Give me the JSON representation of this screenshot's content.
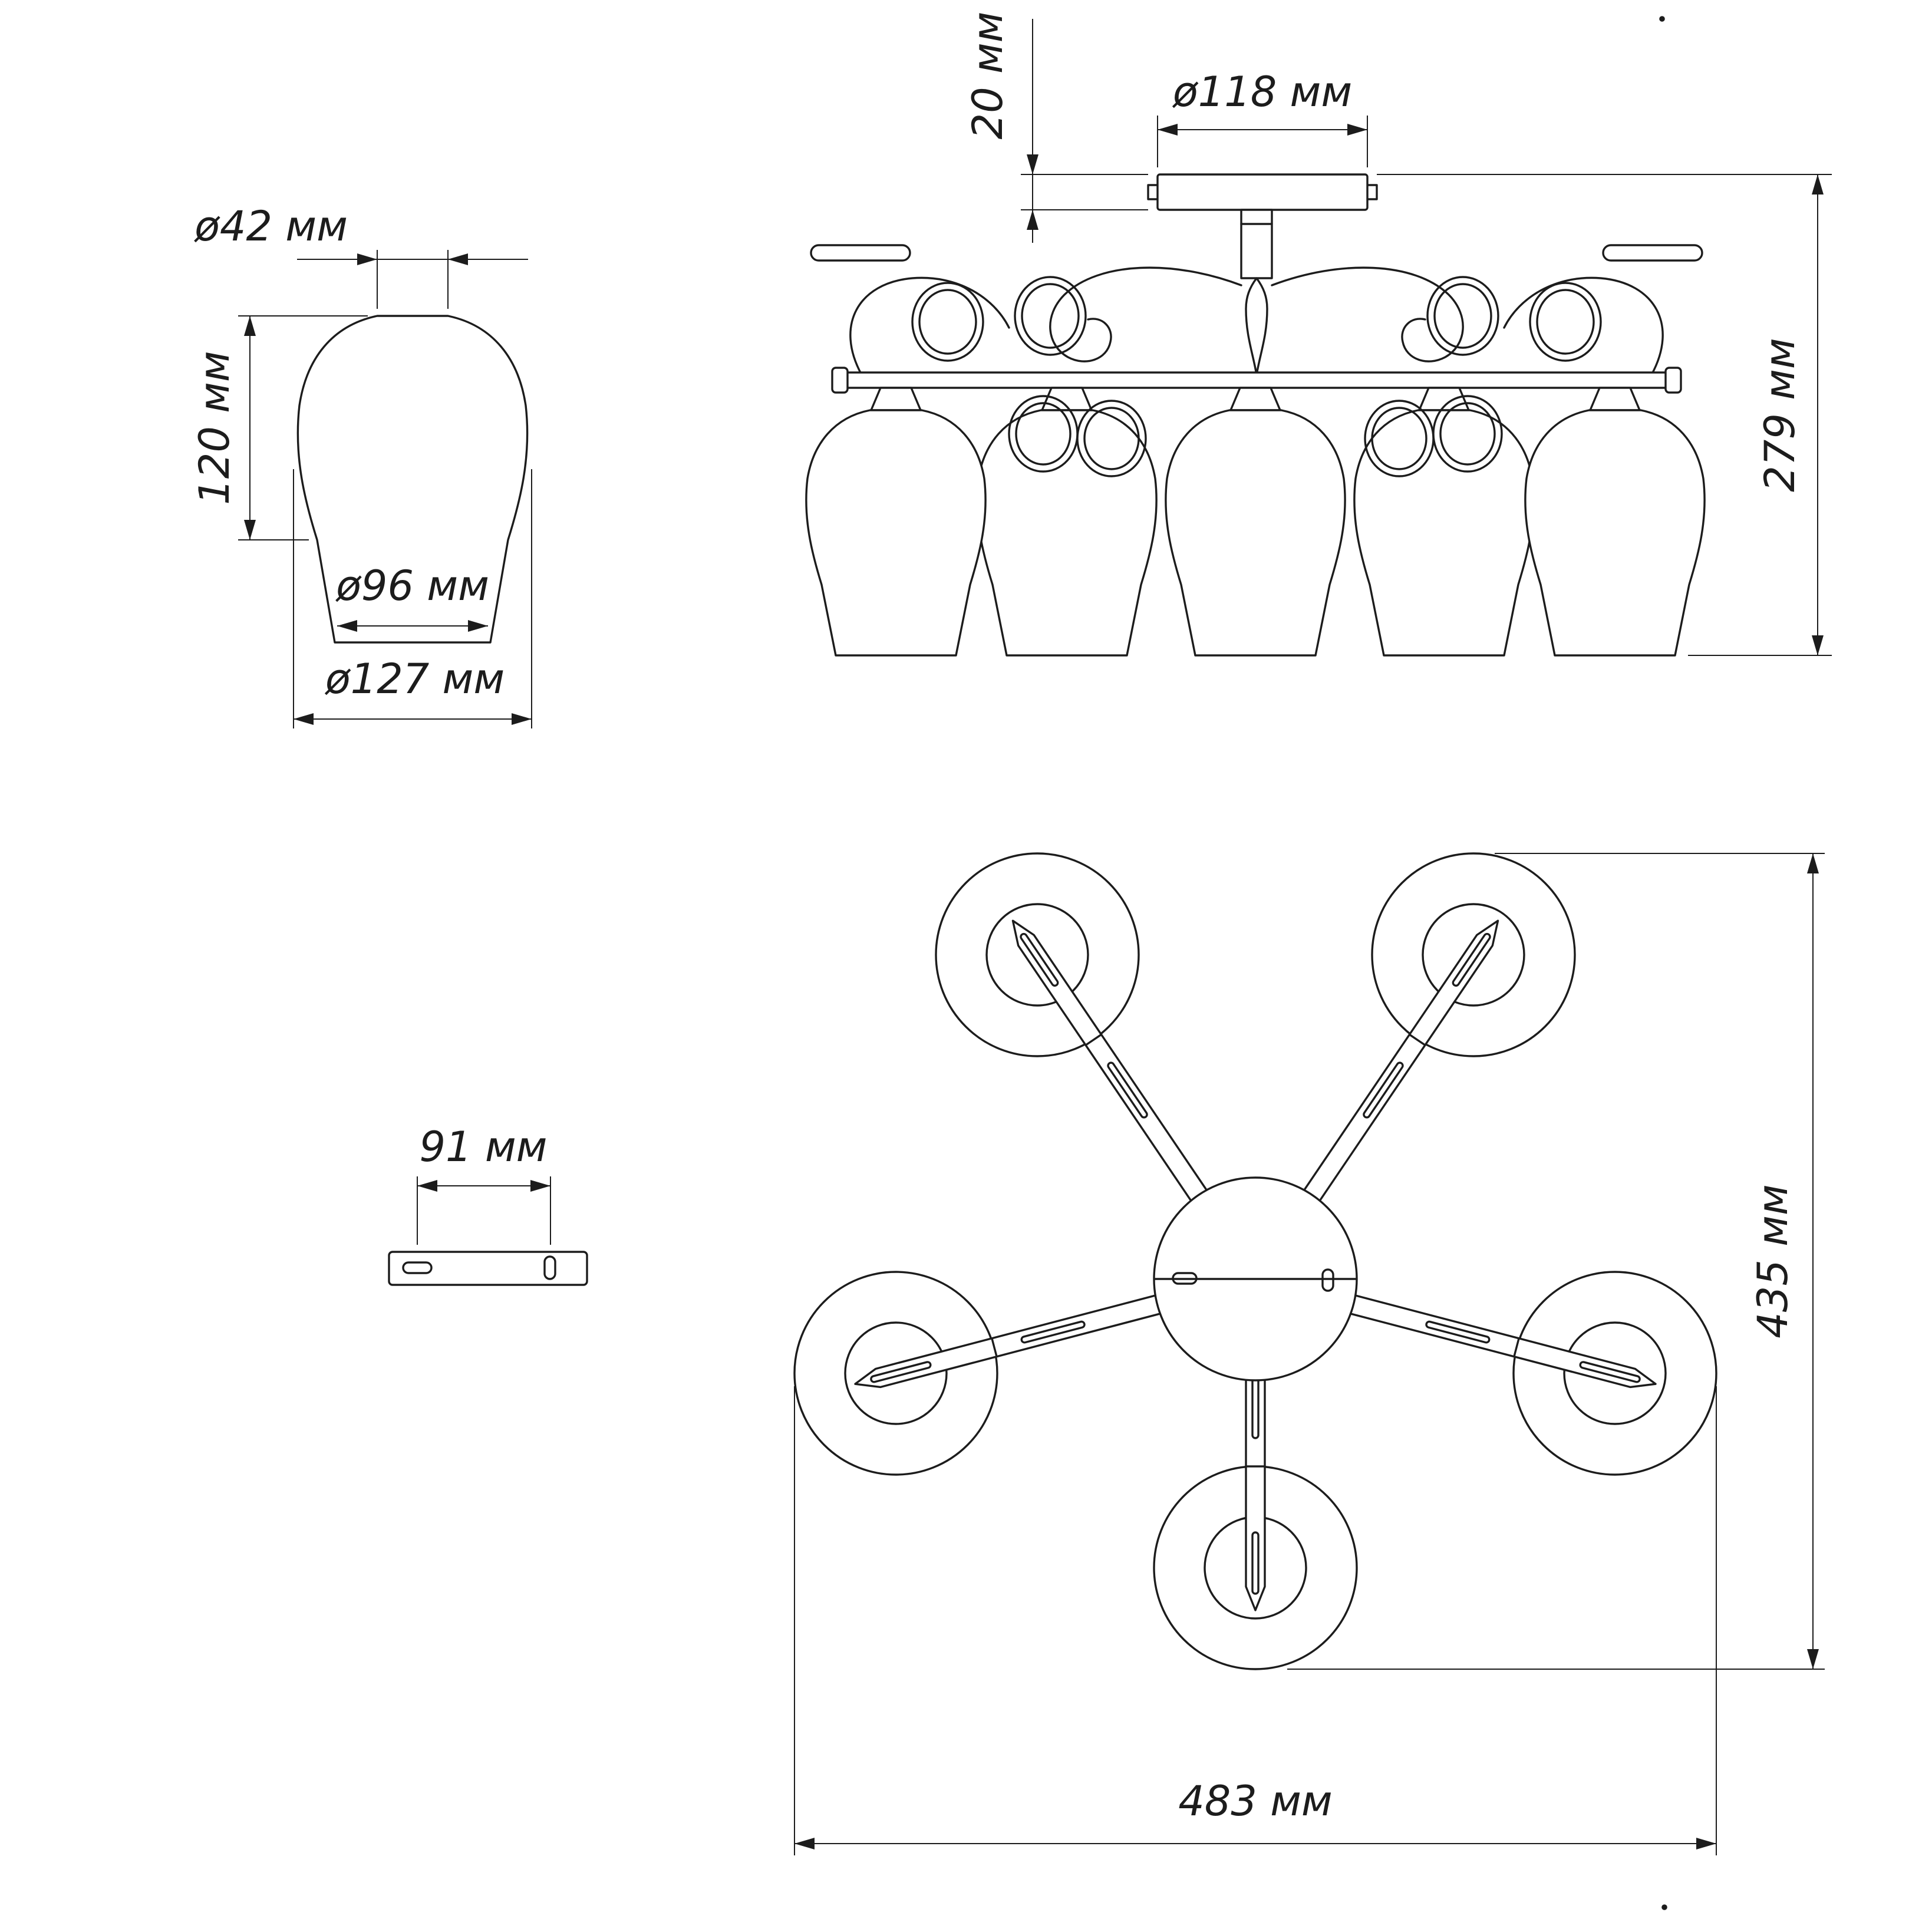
{
  "page": {
    "background": "#ffffff",
    "line_color": "#1c1c1c"
  },
  "views": {
    "shade_detail": {
      "name": "plafond-detail-view",
      "dims": {
        "neck_diameter": "ø42 мм",
        "body_height": "120 мм",
        "opening_diameter": "ø96 мм",
        "max_diameter": "ø127 мм"
      }
    },
    "front_view": {
      "name": "chandelier-front-view",
      "dims": {
        "canopy_height": "20 мм",
        "canopy_diameter": "ø118 мм",
        "overall_height": "279 мм"
      }
    },
    "mounting_bar": {
      "name": "mounting-bar-view",
      "dims": {
        "hole_spacing": "91 мм"
      }
    },
    "top_view": {
      "name": "chandelier-top-view",
      "dims": {
        "overall_depth": "435 мм",
        "overall_width": "483 мм"
      }
    }
  }
}
